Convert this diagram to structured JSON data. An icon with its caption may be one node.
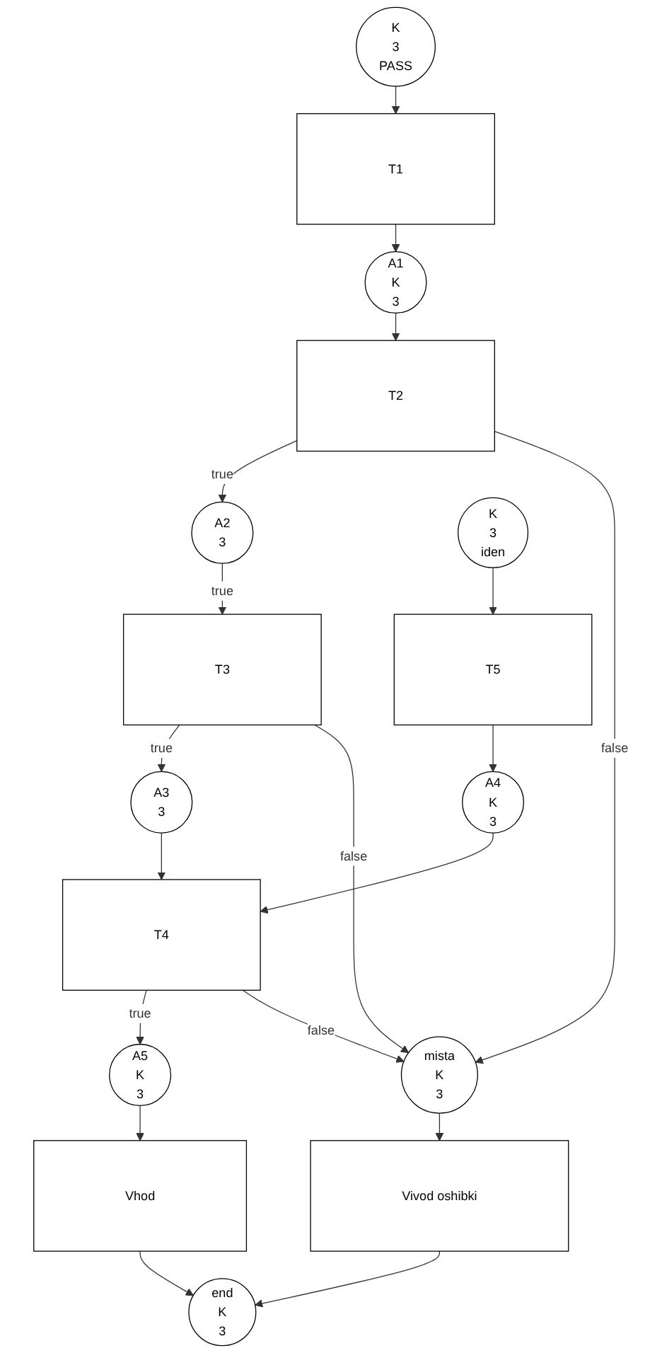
{
  "diagram": {
    "nodes": [
      {
        "text": [
          "K",
          "3",
          "PASS"
        ]
      },
      {
        "text": [
          "T1"
        ]
      },
      {
        "text": [
          "A1",
          "K",
          "3"
        ]
      },
      {
        "text": [
          "T2"
        ]
      },
      {
        "text": [
          "A2",
          "3"
        ]
      },
      {
        "text": [
          "T3"
        ]
      },
      {
        "text": [
          "K",
          "3",
          "iden"
        ]
      },
      {
        "text": [
          "T5"
        ]
      },
      {
        "text": [
          "A3",
          "3"
        ]
      },
      {
        "text": [
          "A4",
          "K",
          "3"
        ]
      },
      {
        "text": [
          "T4"
        ]
      },
      {
        "text": [
          "A5",
          "K",
          "3"
        ]
      },
      {
        "text": [
          "mista",
          "K",
          "3"
        ]
      },
      {
        "text": [
          "Vhod"
        ]
      },
      {
        "text": [
          "Vivod oshibki"
        ]
      },
      {
        "text": [
          "end",
          "K",
          "3"
        ]
      }
    ],
    "edges": [
      {
        "from": 0,
        "to": 1,
        "arrow": "to"
      },
      {
        "from": 1,
        "to": 2,
        "arrow": "to"
      },
      {
        "from": 2,
        "to": 3,
        "arrow": "to"
      },
      {
        "from": 3,
        "to": 4,
        "arrow": "to",
        "label": "true"
      },
      {
        "from": 3,
        "to": 12,
        "arrow": "to",
        "label": "false"
      },
      {
        "from": 4,
        "to": 5,
        "arrow": "to",
        "label": "true"
      },
      {
        "from": 5,
        "to": 8,
        "arrow": "to",
        "label": "true"
      },
      {
        "from": 5,
        "to": 12,
        "arrow": "to",
        "label": "false"
      },
      {
        "from": 6,
        "to": 7,
        "arrow": "to"
      },
      {
        "from": 7,
        "to": 9,
        "arrow": "to"
      },
      {
        "from": 8,
        "to": 10,
        "arrow": "to"
      },
      {
        "from": 9,
        "to": 10,
        "arrow": "to"
      },
      {
        "from": 10,
        "to": 11,
        "arrow": "to",
        "label": "true"
      },
      {
        "from": 10,
        "to": 12,
        "arrow": "to",
        "label": "false"
      },
      {
        "from": 11,
        "to": 13,
        "arrow": "to"
      },
      {
        "from": 12,
        "to": 14,
        "arrow": "to"
      },
      {
        "from": 13,
        "to": 15,
        "arrow": "to"
      },
      {
        "from": 14,
        "to": 15,
        "arrow": "to"
      }
    ]
  }
}
